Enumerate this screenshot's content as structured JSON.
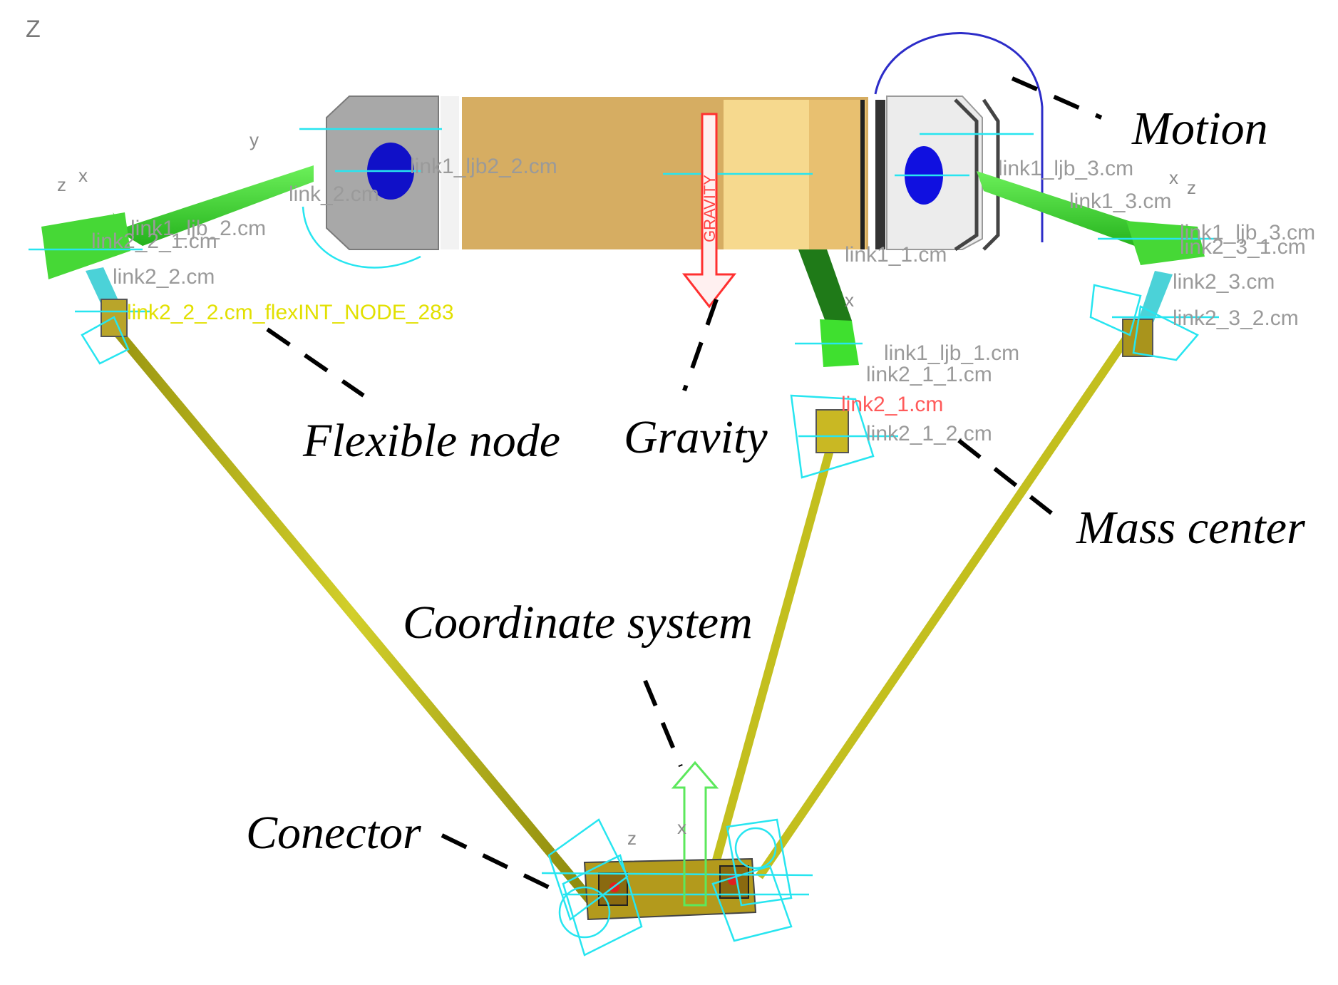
{
  "corner_mark": "Z",
  "callouts": {
    "motion": "Motion",
    "flexible_node": "Flexible node",
    "gravity": "Gravity",
    "mass_center": "Mass center",
    "coordinate_system": "Coordinate system",
    "conector": "Conector"
  },
  "cad_labels": {
    "link_2_cm": "link_2.cm",
    "link1_ljb_2_cm": "link1_ljb_2.cm",
    "link2_2_1_cm": "link2_2_1.cm",
    "link2_2_cm": "link2_2.cm",
    "flex_node": "link2_2_2.cm_flexINT_NODE_283",
    "link1_ljb2_2_cm": "link1_ljb2_2.cm",
    "link1_ljb_3_cm": "link1_ljb_3.cm",
    "link1_3_cm": "link1_3.cm",
    "link1_ljb_3_cm_b": "link1_ljb_3.cm",
    "link2_3_1_cm": "link2_3_1.cm",
    "link2_3_cm": "link2_3.cm",
    "link2_3_2_cm": "link2_3_2.cm",
    "link1_1_cm": "link1_1.cm",
    "link1_ljb_1_cm": "link1_ljb_1.cm",
    "link2_1_1_cm": "link2_1_1.cm",
    "link2_1_cm": "link2_1.cm",
    "link2_1_2_cm": "link2_1_2.cm",
    "gravity_vertical": "GRAVITY"
  },
  "axis_letters": {
    "x": "x",
    "y": "y",
    "z": "z"
  },
  "colors": {
    "frame_gold": "#d6ad62",
    "frame_light": "#f6d98e",
    "frame_gray": "#a8a8a8",
    "motor_blue": "#1010d8",
    "link_green": "#3fe02f",
    "rod_olive": "#b8b416",
    "marker_cyan": "#27e5f0",
    "gravity_red": "#ff3030",
    "coord_green": "#5ce85c",
    "motion_arc": "#2c2cc8"
  }
}
